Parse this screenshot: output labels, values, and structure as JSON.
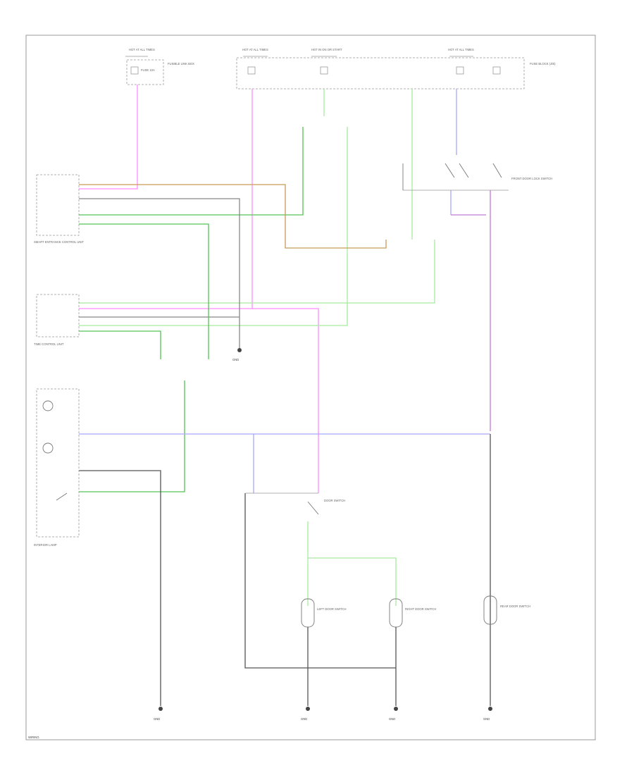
{
  "fuse_block_labels": {
    "f1_title": "HOT AT ALL TIMES",
    "f1_fuse": "FUSE 10A",
    "f1_box": "FUSIBLE LINK BOX",
    "f2_title": "HOT AT ALL TIMES",
    "f3_title": "HOT IN ON OR START",
    "f4_title": "HOT AT ALL TIMES",
    "fuse_box": "FUSE BLOCK (J/B)"
  },
  "connectors": {
    "smart_ent_1": "SMART ENTRANCE CONTROL UNIT",
    "smart_ent_2": "TIME CONTROL UNIT",
    "switch_unit": "DOOR SWITCH",
    "door_lock_sw": "FRONT DOOR LOCK SWITCH",
    "interior_lamp": "INTERIOR LAMP",
    "left_door_sw": "LEFT DOOR SWITCH",
    "right_door_sw": "RIGHT DOOR SWITCH",
    "rear_door_sw": "REAR DOOR SWITCH"
  },
  "ground_labels": {
    "g1": "GND",
    "g2": "GND",
    "g3": "GND",
    "g4": "GND",
    "g5": "GND"
  },
  "footer": "WIRING"
}
